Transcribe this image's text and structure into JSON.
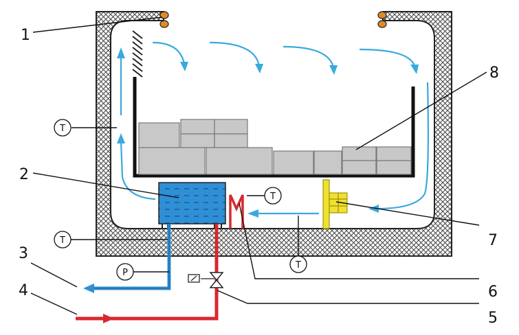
{
  "labels": {
    "n1": "1",
    "n2": "2",
    "n3": "3",
    "n4": "4",
    "n5": "5",
    "n6": "6",
    "n7": "7",
    "n8": "8"
  },
  "sensors": {
    "t_left_wall": "T",
    "t_tank_bottom": "T",
    "t_heater": "T",
    "t_duct": "T",
    "p_pipe": "P"
  },
  "colors": {
    "insulation": "#4a4a4a",
    "air_flow": "#3aa9dd",
    "water_tank": "#2f8fd6",
    "cold_pipe": "#2f8fd6",
    "hot_pipe": "#d8282f",
    "heater": "#d8282f",
    "fan": "#f0e030",
    "load_block": "#c8c8c8",
    "seal": "#e08a2a"
  }
}
